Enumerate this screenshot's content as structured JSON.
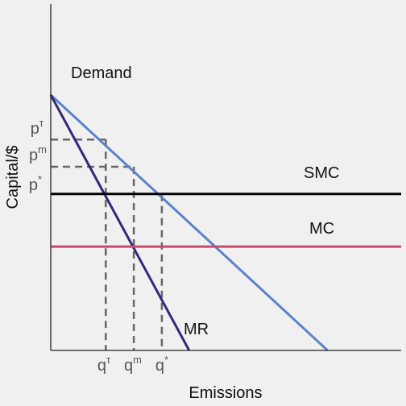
{
  "chart_data": {
    "type": "line",
    "xlabel": "Emissions",
    "ylabel": "Capital/$",
    "xlim": [
      0,
      10
    ],
    "ylim": [
      0,
      10
    ],
    "colors": {
      "background": "#f0f0f0",
      "axis": "#222222",
      "demand": "#5b84c8",
      "mr": "#35287a",
      "smc": "#000000",
      "mc": "#c84a6a",
      "guide": "#666666"
    },
    "lines": [
      {
        "name": "Demand",
        "label": "Demand",
        "color_key": "demand",
        "points": [
          [
            0,
            8.0
          ],
          [
            7.9,
            0
          ]
        ]
      },
      {
        "name": "MR",
        "label": "MR",
        "color_key": "mr",
        "points": [
          [
            0,
            8.0
          ],
          [
            3.95,
            0
          ]
        ]
      },
      {
        "name": "SMC",
        "label": "SMC",
        "color_key": "smc",
        "points": [
          [
            0,
            4.9
          ],
          [
            10,
            4.9
          ]
        ]
      },
      {
        "name": "MC",
        "label": "MC",
        "color_key": "mc",
        "points": [
          [
            0,
            3.25
          ],
          [
            10,
            3.25
          ]
        ]
      }
    ],
    "ticks": {
      "p_tau": {
        "base": "p",
        "sup": "τ",
        "y": 6.6
      },
      "p_m": {
        "base": "p",
        "sup": "m",
        "y": 5.75
      },
      "p_star": {
        "base": "p",
        "sup": "*",
        "y": 4.9
      },
      "q_tau": {
        "base": "q",
        "sup": "τ",
        "x": 1.57
      },
      "q_m": {
        "base": "q",
        "sup": "m",
        "x": 2.37
      },
      "q_star": {
        "base": "q",
        "sup": "*",
        "x": 3.17
      }
    },
    "guides": [
      {
        "name": "p-tau-guide",
        "from": [
          0,
          6.6
        ],
        "to": [
          1.57,
          6.6
        ]
      },
      {
        "name": "p-m-guide",
        "from": [
          0,
          5.75
        ],
        "to": [
          2.37,
          5.75
        ]
      },
      {
        "name": "q-tau-guide",
        "from": [
          1.57,
          6.6
        ],
        "to": [
          1.57,
          0
        ]
      },
      {
        "name": "q-m-guide",
        "from": [
          2.37,
          5.75
        ],
        "to": [
          2.37,
          0
        ]
      },
      {
        "name": "q-star-guide",
        "from": [
          3.17,
          4.9
        ],
        "to": [
          3.17,
          0
        ]
      }
    ]
  }
}
